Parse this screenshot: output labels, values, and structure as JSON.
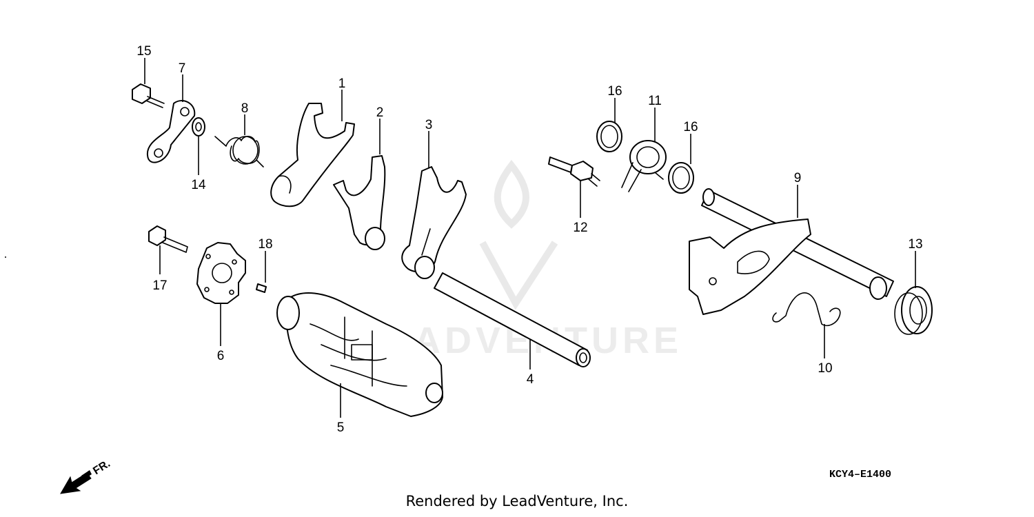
{
  "diagram": {
    "diagram_code": "KCY4–E1400",
    "front_label": "FR.",
    "watermark_text": "ADVENTURE",
    "footer_text": "Rendered by LeadVenture, Inc."
  },
  "callouts": [
    {
      "id": "c1",
      "label": "1"
    },
    {
      "id": "c2",
      "label": "2"
    },
    {
      "id": "c3",
      "label": "3"
    },
    {
      "id": "c4",
      "label": "4"
    },
    {
      "id": "c5",
      "label": "5"
    },
    {
      "id": "c6",
      "label": "6"
    },
    {
      "id": "c7",
      "label": "7"
    },
    {
      "id": "c8",
      "label": "8"
    },
    {
      "id": "c9",
      "label": "9"
    },
    {
      "id": "c10",
      "label": "10"
    },
    {
      "id": "c11",
      "label": "11"
    },
    {
      "id": "c12",
      "label": "12"
    },
    {
      "id": "c13",
      "label": "13"
    },
    {
      "id": "c14",
      "label": "14"
    },
    {
      "id": "c15",
      "label": "15"
    },
    {
      "id": "c16a",
      "label": "16"
    },
    {
      "id": "c16b",
      "label": "16"
    },
    {
      "id": "c17",
      "label": "17"
    },
    {
      "id": "c18",
      "label": "18"
    }
  ]
}
